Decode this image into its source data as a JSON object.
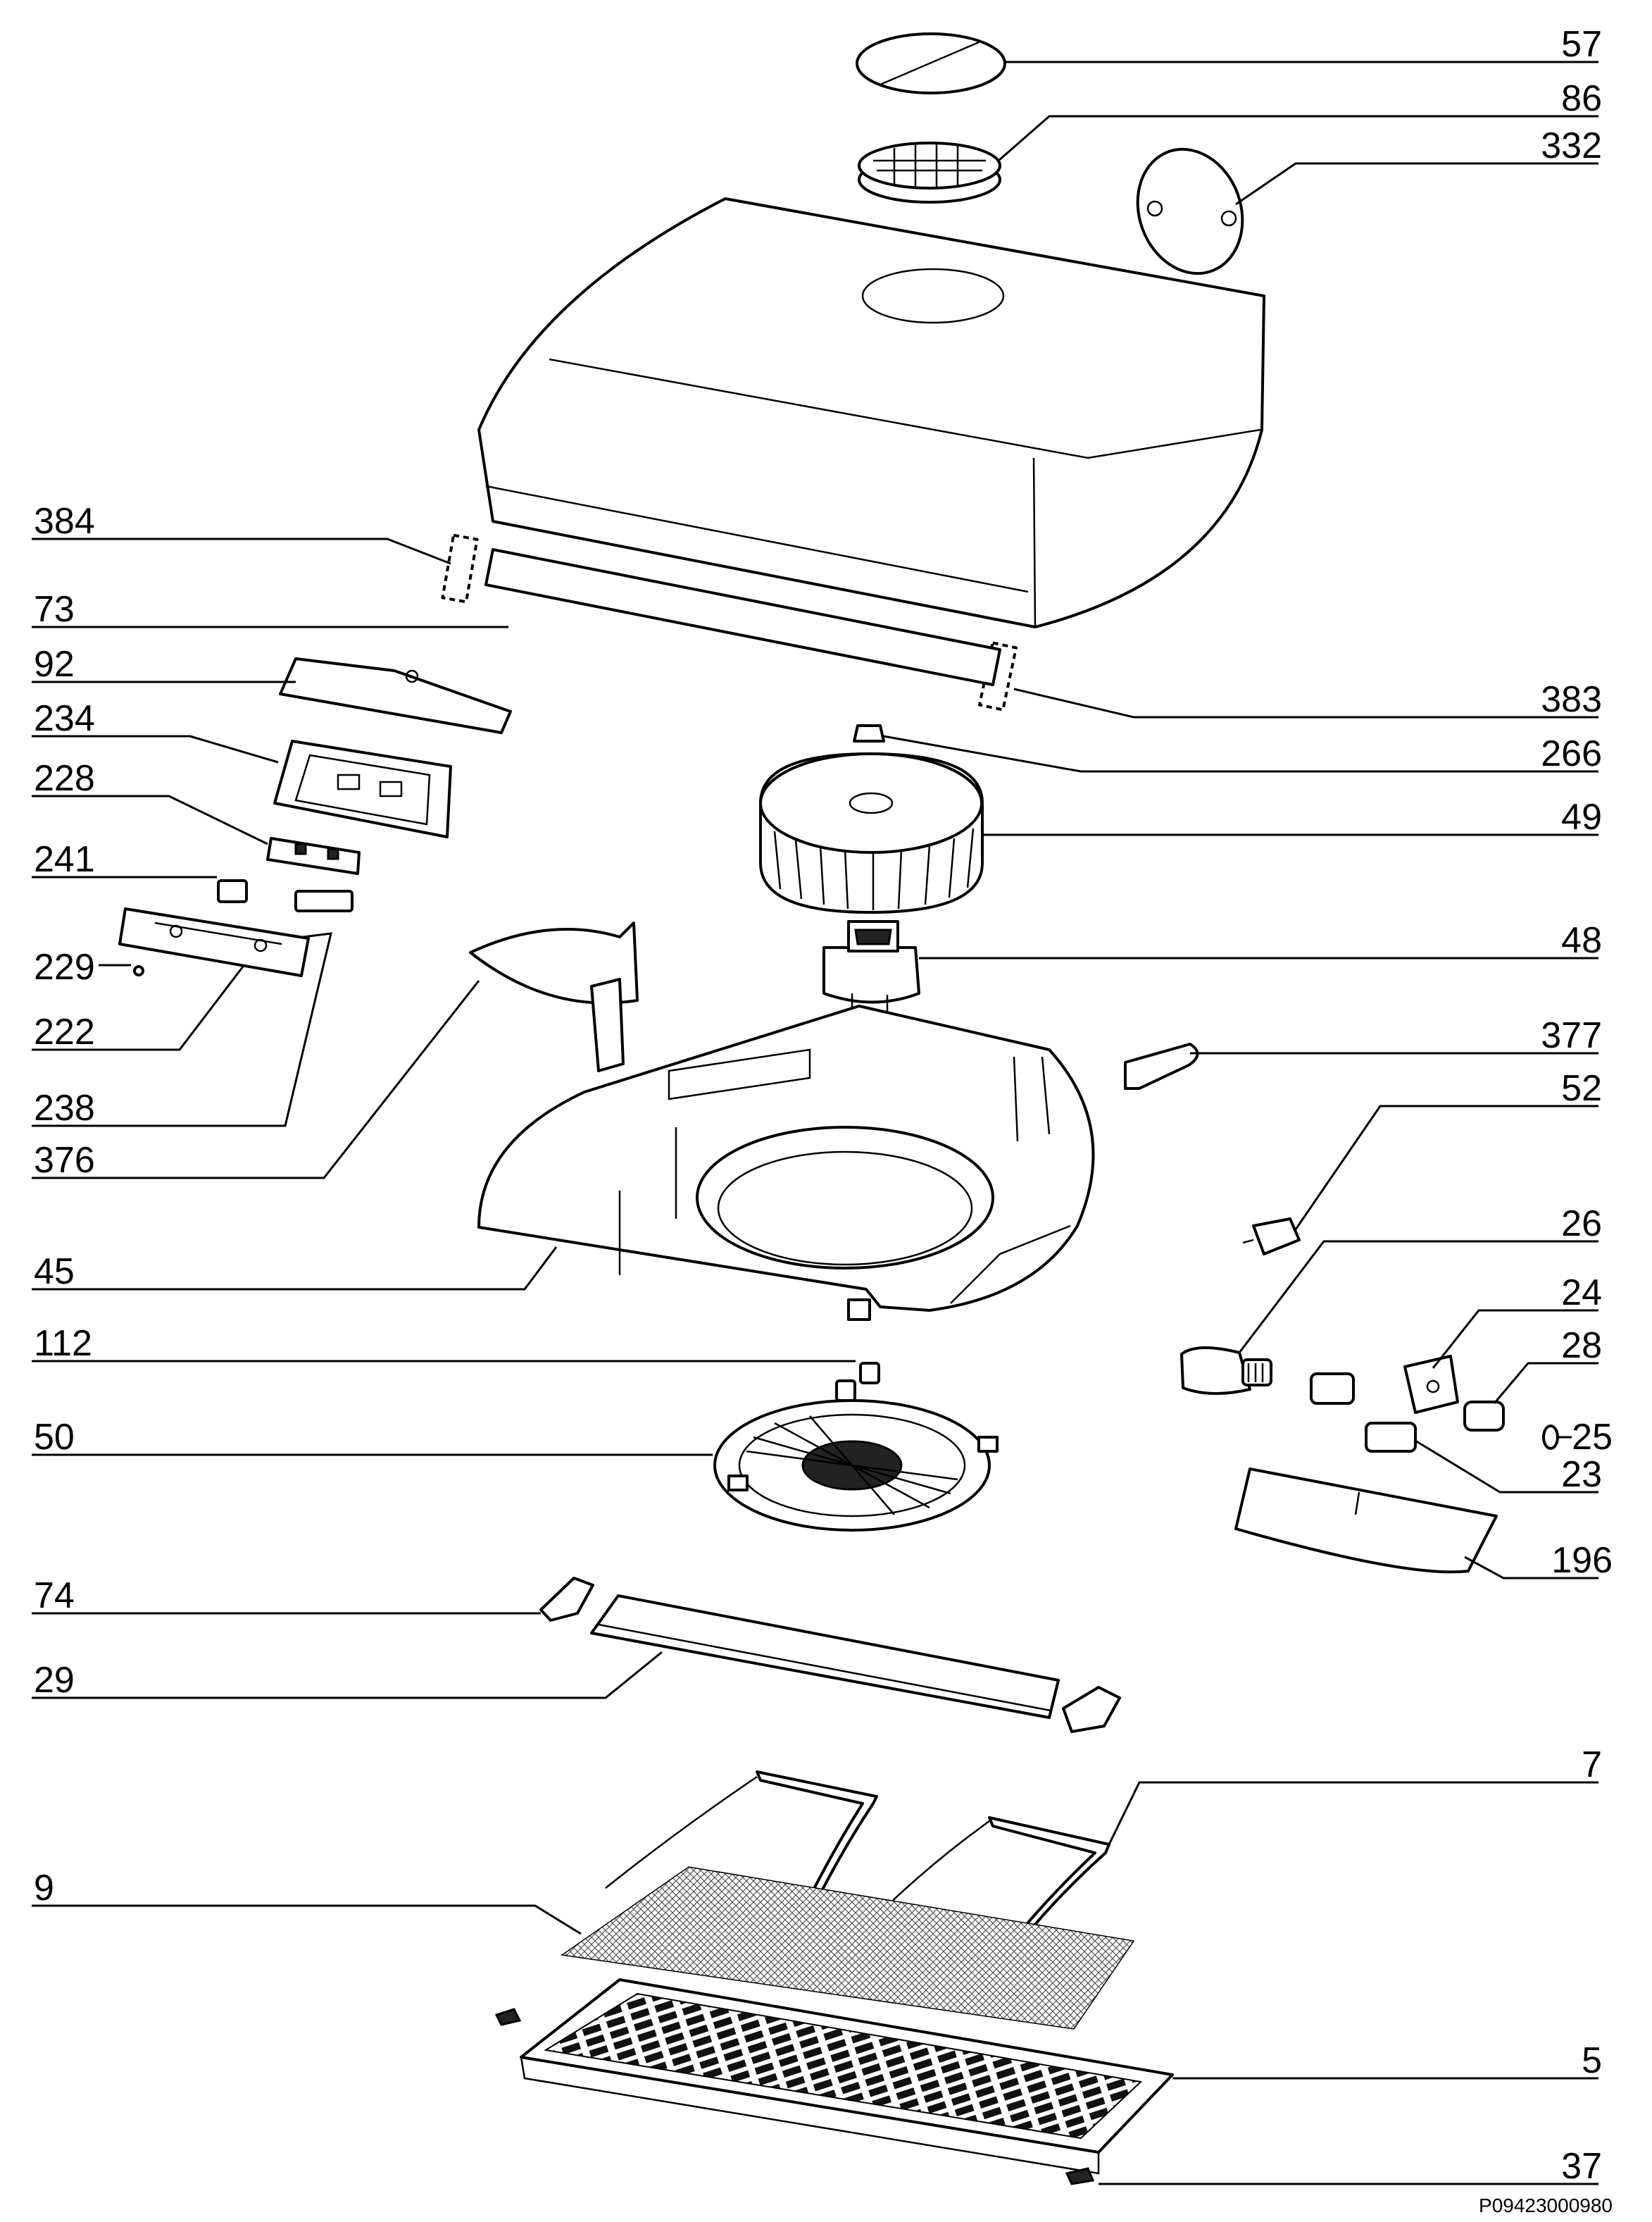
{
  "diagram": {
    "callouts": [
      {
        "id": "57",
        "label": "57"
      },
      {
        "id": "86",
        "label": "86"
      },
      {
        "id": "332",
        "label": "332"
      },
      {
        "id": "384",
        "label": "384"
      },
      {
        "id": "73",
        "label": "73"
      },
      {
        "id": "92",
        "label": "92"
      },
      {
        "id": "383",
        "label": "383"
      },
      {
        "id": "234",
        "label": "234"
      },
      {
        "id": "266",
        "label": "266"
      },
      {
        "id": "228",
        "label": "228"
      },
      {
        "id": "49",
        "label": "49"
      },
      {
        "id": "241",
        "label": "241"
      },
      {
        "id": "48",
        "label": "48"
      },
      {
        "id": "229",
        "label": "229"
      },
      {
        "id": "222",
        "label": "222"
      },
      {
        "id": "377",
        "label": "377"
      },
      {
        "id": "238",
        "label": "238"
      },
      {
        "id": "52",
        "label": "52"
      },
      {
        "id": "376",
        "label": "376"
      },
      {
        "id": "26",
        "label": "26"
      },
      {
        "id": "45",
        "label": "45"
      },
      {
        "id": "24",
        "label": "24"
      },
      {
        "id": "112",
        "label": "112"
      },
      {
        "id": "28",
        "label": "28"
      },
      {
        "id": "25",
        "label": "25"
      },
      {
        "id": "50",
        "label": "50"
      },
      {
        "id": "23",
        "label": "23"
      },
      {
        "id": "196",
        "label": "196"
      },
      {
        "id": "74",
        "label": "74"
      },
      {
        "id": "29",
        "label": "29"
      },
      {
        "id": "7",
        "label": "7"
      },
      {
        "id": "9",
        "label": "9"
      },
      {
        "id": "5",
        "label": "5"
      },
      {
        "id": "37",
        "label": "37"
      }
    ],
    "document_id": "P09423000980"
  }
}
